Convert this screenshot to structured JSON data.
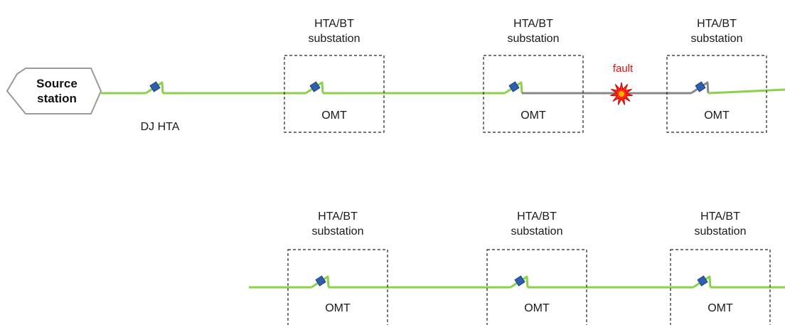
{
  "source": {
    "label": "Source\nstation"
  },
  "breaker": {
    "label": "DJ HTA"
  },
  "fault": {
    "label": "fault",
    "color": "#e8120c"
  },
  "colors": {
    "line_energized": "#8bd24a",
    "line_deenergized": "#888888",
    "switch_block": "#2e5fae",
    "box_border": "#222222"
  },
  "feeders": [
    {
      "id": "top",
      "substations": [
        {
          "title": "HTA/BT\nsubstation",
          "device": "OMT"
        },
        {
          "title": "HTA/BT\nsubstation",
          "device": "OMT"
        },
        {
          "title": "HTA/BT\nsubstation",
          "device": "OMT"
        }
      ]
    },
    {
      "id": "bottom",
      "substations": [
        {
          "title": "HTA/BT\nsubstation",
          "device": "OMT"
        },
        {
          "title": "HTA/BT\nsubstation",
          "device": "OMT"
        },
        {
          "title": "HTA/BT\nsubstation",
          "device": "OMT"
        }
      ]
    }
  ]
}
